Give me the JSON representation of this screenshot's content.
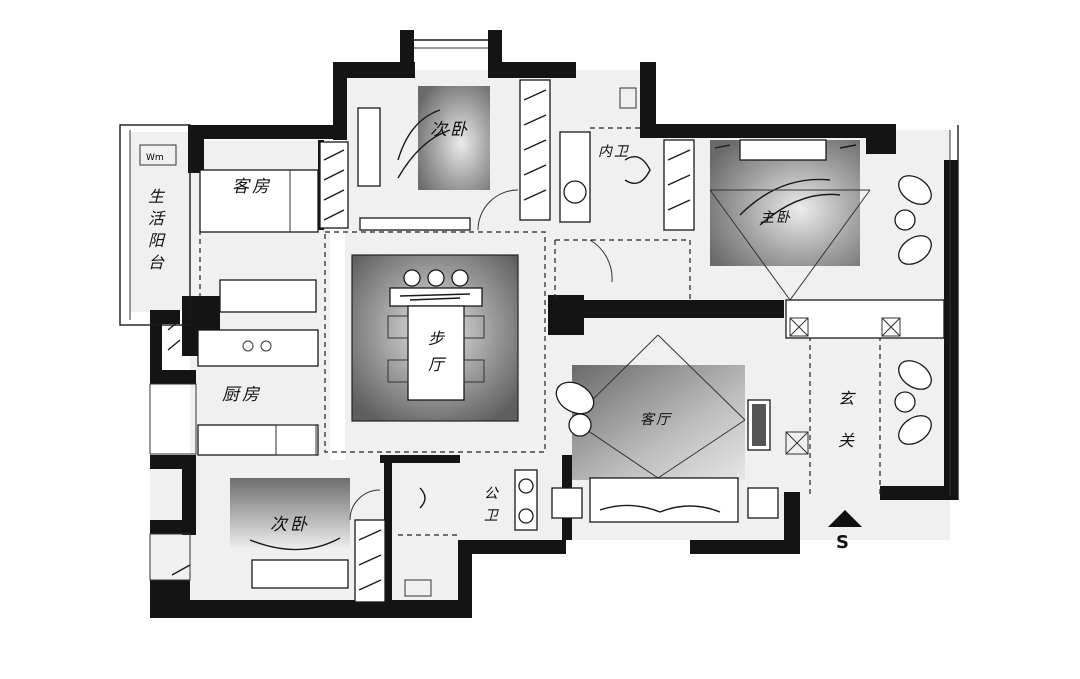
{
  "rooms": {
    "second_bedroom_top": "次卧",
    "guest_room": "客房",
    "balcony_line1": "生",
    "balcony_line2": "活",
    "balcony_line3": "阳",
    "balcony_line4": "台",
    "ensuite_bath": "内卫",
    "master_bedroom": "主卧",
    "dining_line1": "步",
    "dining_line2": "厅",
    "kitchen": "厨房",
    "living_room": "客厅",
    "entrance_line1": "玄",
    "entrance_line2": "关",
    "public_bath_line1": "公",
    "public_bath_line2": "卫",
    "second_bedroom_bottom": "次卧",
    "washer_label": "Wm"
  },
  "entry_marker": "S",
  "colors": {
    "wall": "#141414",
    "floor": "#f0f0f0",
    "shade_dark": "#6e6e6e",
    "shade_light": "#d6d6d6"
  }
}
